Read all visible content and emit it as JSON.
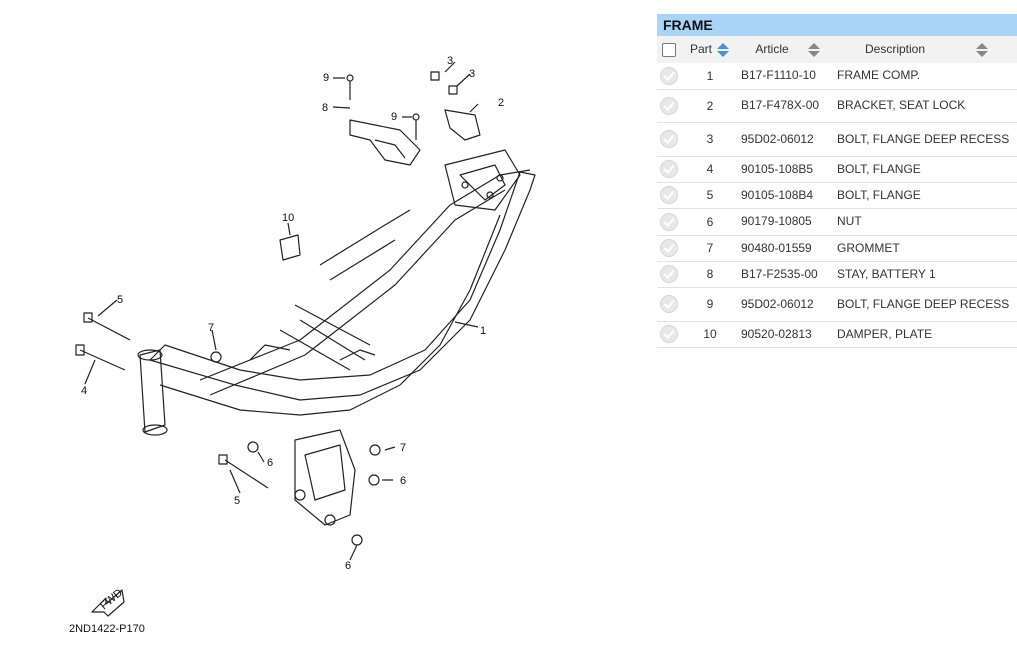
{
  "diagram": {
    "code": "2ND1422-P170",
    "fwd_label": "FWD",
    "callouts": [
      "9",
      "8",
      "9",
      "3",
      "3",
      "2",
      "10",
      "5",
      "7",
      "4",
      "1",
      "6",
      "7",
      "5",
      "6",
      "6"
    ]
  },
  "panel": {
    "title": "FRAME",
    "columns": {
      "part": "Part",
      "article": "Article",
      "description": "Description"
    },
    "rows": [
      {
        "part": "1",
        "article": "B17-F1110-10",
        "description": "FRAME COMP."
      },
      {
        "part": "2",
        "article": "B17-F478X-00",
        "description": "BRACKET, SEAT LOCK"
      },
      {
        "part": "3",
        "article": "95D02-06012",
        "description": "BOLT, FLANGE DEEP RECESS"
      },
      {
        "part": "4",
        "article": "90105-108B5",
        "description": "BOLT, FLANGE"
      },
      {
        "part": "5",
        "article": "90105-108B4",
        "description": "BOLT, FLANGE"
      },
      {
        "part": "6",
        "article": "90179-10805",
        "description": "NUT"
      },
      {
        "part": "7",
        "article": "90480-01559",
        "description": "GROMMET"
      },
      {
        "part": "8",
        "article": "B17-F2535-00",
        "description": "STAY, BATTERY 1"
      },
      {
        "part": "9",
        "article": "95D02-06012",
        "description": "BOLT, FLANGE DEEP RECESS"
      },
      {
        "part": "10",
        "article": "90520-02813",
        "description": "DAMPER, PLATE"
      }
    ]
  },
  "colors": {
    "header_bg": "#a9d4f5",
    "sort_blue": "#4a90d9",
    "sort_gray": "#888888"
  }
}
